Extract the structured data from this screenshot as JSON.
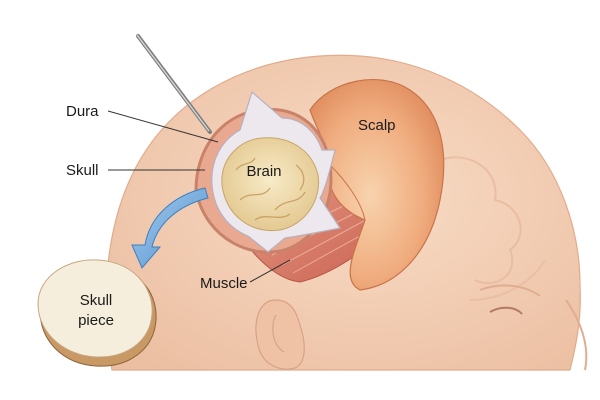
{
  "labels": {
    "dura": "Dura",
    "skull": "Skull",
    "brain": "Brain",
    "scalp": "Scalp",
    "muscle": "Muscle",
    "skull_piece_line1": "Skull",
    "skull_piece_line2": "piece"
  },
  "colors": {
    "skin": "#f3cdb4",
    "skin_shadow": "#e9b89b",
    "scalp_flap": "#eba073",
    "scalp_flap_inner": "#f6c7a0",
    "muscle": "#d97a6a",
    "dura": "#e9e4ea",
    "brain": "#f0dcaa",
    "bone": "#f4ecdc",
    "bone_edge": "#b5895a",
    "arrow": "#6aa6d8",
    "instrument": "#9a9a9a"
  },
  "icons": {
    "instrument": "surgical-probe-icon",
    "arrow": "curved-arrow-icon"
  }
}
